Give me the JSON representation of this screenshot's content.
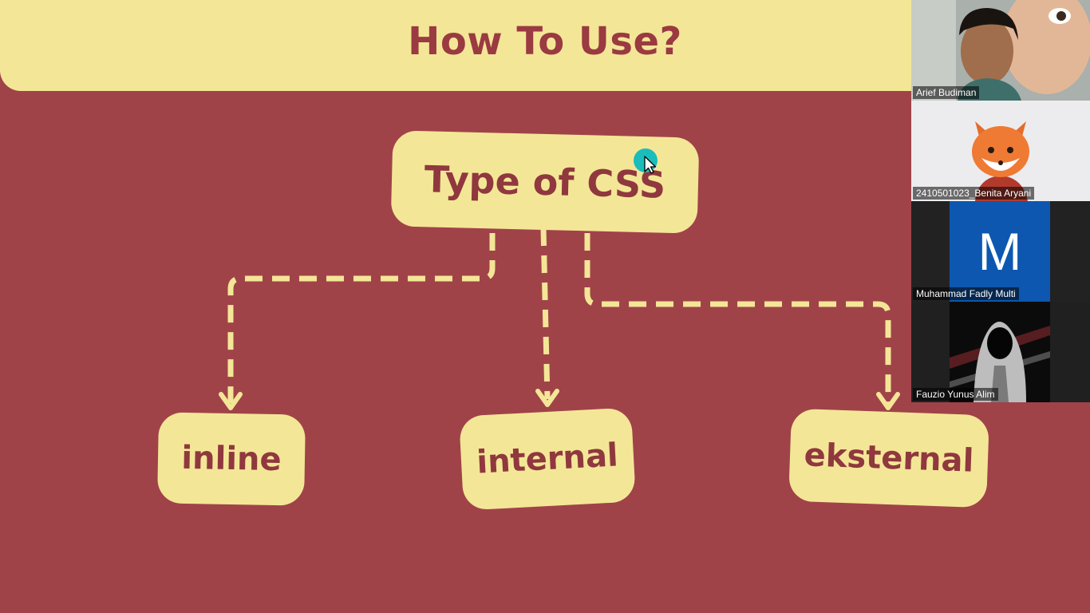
{
  "slide": {
    "title": "How To Use?",
    "root": "Type of CSS",
    "children": [
      "inline",
      "internal",
      "eksternal"
    ]
  },
  "participants": [
    {
      "name": "Arief Budiman"
    },
    {
      "name": "2410501023_Benita Aryani"
    },
    {
      "name": "Muhammad Fadly Multi",
      "avatar_letter": "M"
    },
    {
      "name": "Fauzio Yunus Alim"
    }
  ],
  "colors": {
    "background": "#a04349",
    "box": "#f4e697",
    "text": "#8f383e",
    "cursor_highlight": "#1abdbb",
    "avatar_blue": "#0d57b0"
  }
}
